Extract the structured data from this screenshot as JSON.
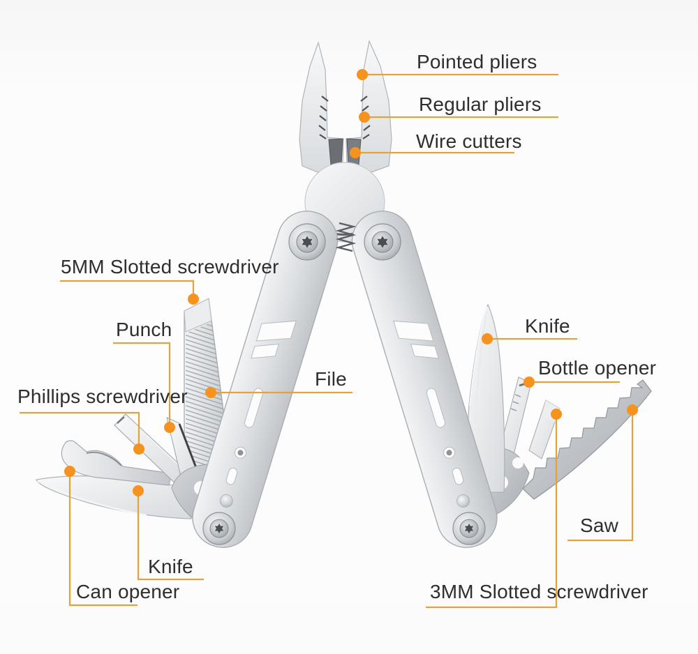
{
  "diagram": {
    "product": "stainless steel multi-tool pliers",
    "style": {
      "leader_line_color": "#E2A23C",
      "anchor_dot_color": "#F6921E",
      "label_text_color": "#2E2E2E",
      "steel_light": "#F4F5F6",
      "steel_mid": "#D6D9DC",
      "steel_dark": "#A7ABB0",
      "wire_cutter_block": "#6B6F74"
    },
    "labels": {
      "pointed_pliers": "Pointed pliers",
      "regular_pliers": "Regular pliers",
      "wire_cutters": "Wire cutters",
      "slotted_screwdriver_5mm": "5MM Slotted screwdriver",
      "punch": "Punch",
      "phillips_screwdriver": "Phillips screwdriver",
      "file": "File",
      "knife_left": "Knife",
      "can_opener": "Can opener",
      "knife_right": "Knife",
      "bottle_opener": "Bottle opener",
      "saw": "Saw",
      "slotted_screwdriver_3mm": "3MM Slotted screwdriver"
    }
  }
}
